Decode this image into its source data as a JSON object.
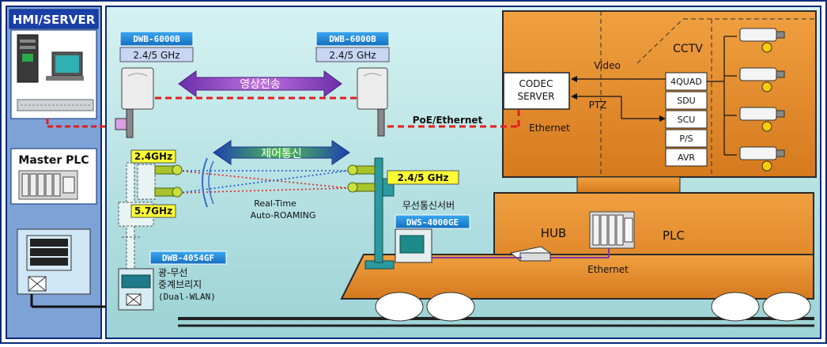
{
  "left_panel": {
    "hmi_title": "HMI/SERVER",
    "master_plc_label": "Master PLC"
  },
  "devices": {
    "ap_left_model": "DWB-6000B",
    "ap_left_freq": "2.4/5 GHz",
    "ap_right_model": "DWB-6000B",
    "ap_right_freq": "2.4/5 GHz",
    "bridge_model": "DWB-4054GF",
    "bridge_desc_line1": "광-무선",
    "bridge_desc_line2": "중계브리지",
    "bridge_desc_line3": "(Dual-WLAN)",
    "server_model": "DWS-4000GE",
    "server_desc": "무선통신서버"
  },
  "links": {
    "video_transfer": "영상전송",
    "control_comm": "제어통신",
    "freq_24": "2.4GHz",
    "freq_57": "5.7GHz",
    "freq_mobile": "2.4/5 GHz",
    "realtime_line1": "Real-Time",
    "realtime_line2": "Auto-ROAMING",
    "poe": "PoE/Ethernet"
  },
  "cctv_panel": {
    "codec_line1": "CODEC",
    "codec_line2": "SERVER",
    "video_label": "Video",
    "ptz_label": "PTZ",
    "ethernet_label": "Ethernet",
    "cctv_title": "CCTV",
    "units": [
      "4QUAD",
      "SDU",
      "SCU",
      "P/S",
      "AVR"
    ]
  },
  "vehicle": {
    "hub_label": "HUB",
    "plc_label": "PLC",
    "ethernet_label": "Ethernet"
  },
  "colors": {
    "frame": "#0b2a7a",
    "panel_bg": "#bfe8e8",
    "orange": "#e8912e",
    "label_blue": "#1e8fd8",
    "freq_yellow": "#ffff33",
    "link_red": "#e02020"
  }
}
